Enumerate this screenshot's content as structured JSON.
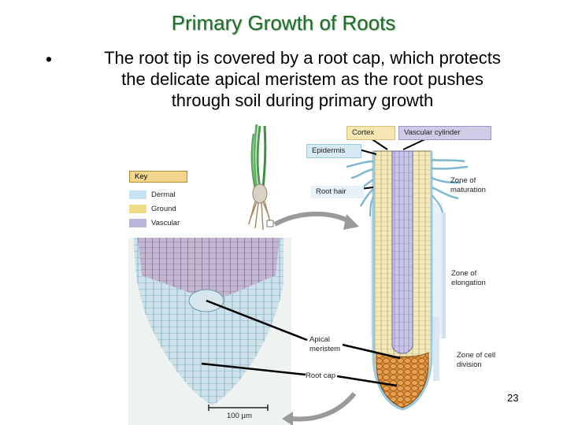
{
  "slide": {
    "title": "Primary Growth of Roots",
    "bullet_text": "The root tip is covered by a root cap, which protects the delicate apical meristem as the root pushes through soil during primary growth",
    "bullet_lines": [
      "The root tip is covered by a root cap, which protects",
      "the delicate apical meristem as the root pushes",
      "through soil during primary growth"
    ],
    "bullet_symbol": "•",
    "page_number": "23"
  },
  "key": {
    "title": "Key",
    "items": [
      {
        "label": "Dermal",
        "color": "#c6e2f2"
      },
      {
        "label": "Ground",
        "color": "#f0dc86"
      },
      {
        "label": "Vascular",
        "color": "#b9b6dc"
      }
    ]
  },
  "labels": {
    "cortex": "Cortex",
    "vascular_cylinder": "Vascular cylinder",
    "epidermis": "Epidermis",
    "root_hair": "Root hair",
    "zone_maturation": [
      "Zone of",
      "maturation"
    ],
    "zone_elongation": [
      "Zone of",
      "elongation"
    ],
    "zone_division": [
      "Zone of cell",
      "division"
    ],
    "apical_meristem": [
      "Apical",
      "meristem"
    ],
    "root_cap": "Root cap",
    "scale_bar": "100 µm"
  },
  "colors": {
    "title": "#1f6b2a",
    "dermal": "#c6e2f2",
    "ground": "#f0dc86",
    "vascular": "#b9b6dc",
    "root_cap": "#d8842a",
    "zone_panel": "#e2eef8"
  }
}
